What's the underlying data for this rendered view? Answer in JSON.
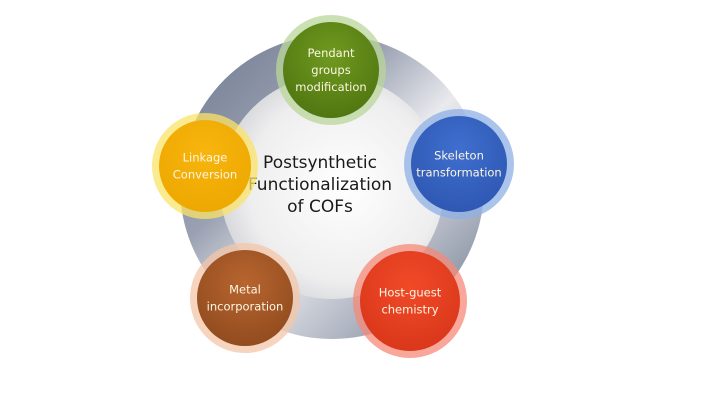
{
  "diagram": {
    "title_lines": [
      "Postsynthetic",
      "Functionalization",
      "of COFs"
    ],
    "nodes": [
      {
        "id": "pendant",
        "lines": [
          "Pendant",
          "groups",
          "modification"
        ],
        "color": "#6f9a1f",
        "dark": "#4e7410",
        "halo": "#b9d59a"
      },
      {
        "id": "skeleton",
        "lines": [
          "Skeleton",
          "transformation"
        ],
        "color": "#3f6fcf",
        "dark": "#2d56b0",
        "halo": "#8fb0e6"
      },
      {
        "id": "hostguest",
        "lines": [
          "Host-guest",
          "chemistry"
        ],
        "color": "#f04a28",
        "dark": "#d8361a",
        "halo": "#f58a78"
      },
      {
        "id": "metal",
        "lines": [
          "Metal",
          "incorporation"
        ],
        "color": "#b8652f",
        "dark": "#8f4a1e",
        "halo": "#f3c6a8"
      },
      {
        "id": "linkage",
        "lines": [
          "Linkage",
          "Conversion"
        ],
        "color": "#f7b50e",
        "dark": "#eda700",
        "halo": "#fbe36a"
      }
    ],
    "ring_color_dark": "#7c8599",
    "ring_color_light": "#e7e8ec"
  }
}
